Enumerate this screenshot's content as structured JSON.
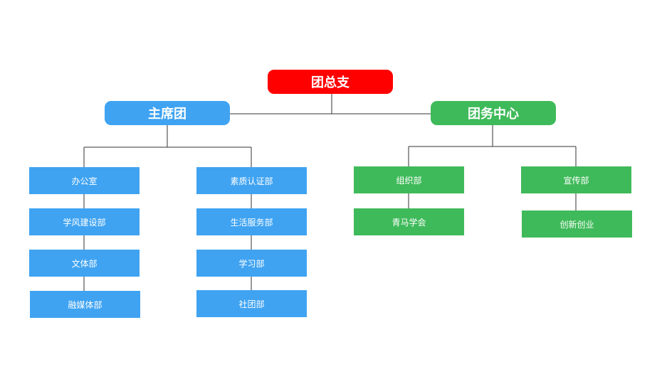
{
  "org_chart": {
    "root": {
      "label": "团总支",
      "color": "#ff0000"
    },
    "branches": [
      {
        "label": "主席团",
        "color": "#3fa3f2",
        "columns": [
          [
            "办公室",
            "学风建设部",
            "文体部",
            "融媒体部"
          ],
          [
            "素质认证部",
            "生活服务部",
            "学习部",
            "社团部"
          ]
        ]
      },
      {
        "label": "团务中心",
        "color": "#3fba5a",
        "columns": [
          [
            "组织部",
            "青马学会"
          ],
          [
            "宣传部",
            "创新创业"
          ]
        ]
      }
    ],
    "line_color": "#333333"
  }
}
